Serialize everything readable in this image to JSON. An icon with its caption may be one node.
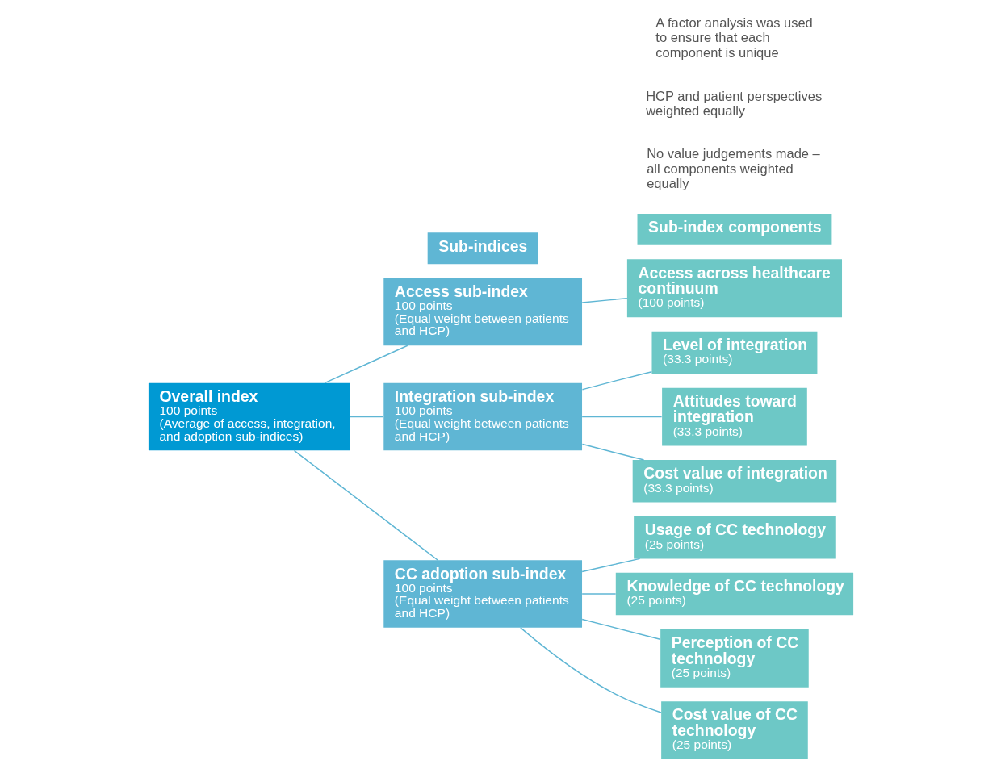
{
  "diagram": {
    "nodes": [
      {
        "text": [
          "Overall index",
          "100 points",
          "(Average of access, integration, and adoption sub-indices)"
        ]
      },
      {
        "text": [
          "Sub-indices"
        ]
      },
      {
        "text": [
          "Access sub-index",
          "100 points",
          "(Equal weight between patients and HCP)"
        ]
      },
      {
        "text": [
          "Integration sub-index",
          "100 points",
          "(Equal weight between patients and HCP)"
        ]
      },
      {
        "text": [
          "CC adoption sub-index",
          "100 points",
          "(Equal weight between patients and HCP)"
        ]
      },
      {
        "text": [
          "Sub-index components"
        ]
      },
      {
        "text": [
          "Access across healthcare continuum",
          "(100 points)"
        ]
      },
      {
        "text": [
          "Level of integration",
          "(33.3 points)"
        ]
      },
      {
        "text": [
          "Usage of CC technology",
          "(25 points)"
        ]
      },
      {
        "text": [
          "Attitudes toward integration",
          "(33.3 points)"
        ]
      },
      {
        "text": [
          "Knowledge of CC technology",
          "(25 points)"
        ]
      },
      {
        "text": [
          "Cost value of integration",
          "(33.3 points)"
        ]
      },
      {
        "text": [
          "Perception of CC technology",
          "(25 points)"
        ]
      },
      {
        "text": [
          "Cost value of CC technology",
          "(25 points)"
        ]
      }
    ],
    "edges": [
      {
        "from": 0,
        "to": 2,
        "arrow": "none"
      },
      {
        "from": 0,
        "to": 3,
        "arrow": "none"
      },
      {
        "from": 0,
        "to": 4,
        "arrow": "none"
      },
      {
        "from": 2,
        "to": 6,
        "arrow": "none"
      },
      {
        "from": 3,
        "to": 7,
        "arrow": "none"
      },
      {
        "from": 3,
        "to": 9,
        "arrow": "none"
      },
      {
        "from": 3,
        "to": 11,
        "arrow": "none"
      },
      {
        "from": 4,
        "to": 8,
        "arrow": "none"
      },
      {
        "from": 4,
        "to": 10,
        "arrow": "none"
      },
      {
        "from": 4,
        "to": 12,
        "arrow": "none"
      },
      {
        "from": 4,
        "to": 13,
        "arrow": "none"
      }
    ],
    "labels": [
      "No value judgements made – all components weighted equally",
      "HCP and patient perspectives weighted equally",
      "A factor analysis was used to ensure that each component is unique"
    ]
  }
}
